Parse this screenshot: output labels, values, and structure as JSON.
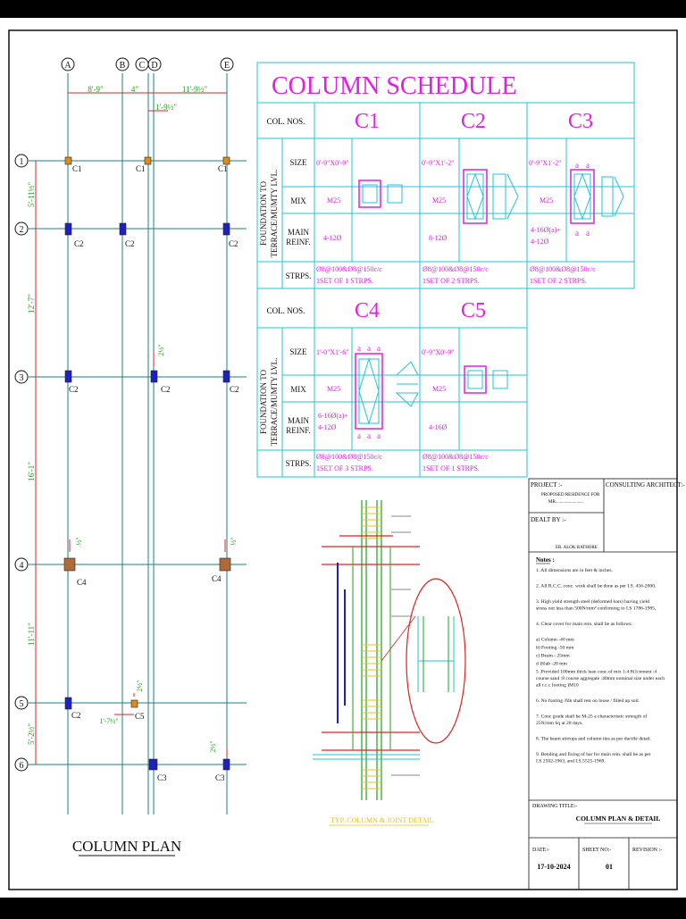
{
  "plan": {
    "title": "COLUMN PLAN",
    "grid_letters": [
      "A",
      "B",
      "C",
      "D",
      "E"
    ],
    "grid_numbers": [
      "1",
      "2",
      "3",
      "4",
      "5",
      "6"
    ],
    "dims_top": [
      "8'-9\"",
      "4\"",
      "11'-9½\"",
      "1'-9½\""
    ],
    "dims_left": [
      "5'-11½\"",
      "12'-7\"",
      "16'-1\"",
      "11'-11\"",
      "5'-2½\""
    ],
    "dims_small": [
      "2½\"",
      "½\"",
      "½\"",
      "2½\"",
      "1'-7½\"",
      "2½\""
    ],
    "column_labels": {
      "r1": [
        "C1",
        "C1",
        "C1"
      ],
      "r2": [
        "C2",
        "C2",
        "C2"
      ],
      "r3": [
        "C2",
        "C2",
        "C2"
      ],
      "r4": [
        "C4",
        "C4"
      ],
      "r5": [
        "C2",
        "C5"
      ],
      "r6": [
        "C3",
        "C3"
      ]
    }
  },
  "schedule": {
    "title": "COLUMN SCHEDULE",
    "col_nos": "COL. NOS.",
    "side_label_1": "FOUNDATION TO",
    "side_label_2": "TERRACE/MUMTY LVL.",
    "row_labels": {
      "size": "SIZE",
      "mix": "MIX",
      "main_reinf_1": "MAIN",
      "main_reinf_2": "REINF.",
      "strps": "STRPS."
    },
    "columns_top": [
      {
        "name": "C1",
        "size": "0'-9\"X0'-9\"",
        "mix": "M25",
        "reinf": [
          "4-12Ø"
        ],
        "strps_1": "Ø8@100&Ø8@150c/c",
        "strps_2": "1SET OF 1 STRPS."
      },
      {
        "name": "C2",
        "size": "0'-9\"X1'-2\"",
        "mix": "M25",
        "reinf": [
          "8-12Ø"
        ],
        "strps_1": "Ø8@100&Ø8@150c/c",
        "strps_2": "1SET OF 2 STRPS."
      },
      {
        "name": "C3",
        "size": "0'-9\"X1'-2\"",
        "mix": "M25",
        "reinf": [
          "4-16Ø(a)+",
          "4-12Ø"
        ],
        "strps_1": "Ø8@100&Ø8@150c/c",
        "strps_2": "1SET OF 2 STRPS."
      }
    ],
    "columns_bottom": [
      {
        "name": "C4",
        "size": "1'-0\"X1'-6\"",
        "mix": "M25",
        "reinf": [
          "6-16Ø(a)+",
          "4-12Ø"
        ],
        "strps_1": "Ø8@100&Ø8@150c/c",
        "strps_2": "1SET OF 3 STRPS."
      },
      {
        "name": "C5",
        "size": "0'-9\"X0'-9\"",
        "mix": "M25",
        "reinf": [
          "4-16Ø"
        ],
        "strps_1": "Ø8@100&Ø8@150c/c",
        "strps_2": "1SET OF 1 STRPS."
      }
    ],
    "bar_mark": "a"
  },
  "detail": {
    "title": "TYP. COLUMN & JOINT DETAIL"
  },
  "title_block": {
    "project_label": "PROJECT :-",
    "project_value_1": "PROPOSED RESIDENCE FOR",
    "project_value_2": "MR.........................",
    "architect_label": "CONSULTING ARCHITECT:-",
    "dealt_label": "DEALT BY :-",
    "engineer": "ER. ALOK RATHORE",
    "notes_label": "Notes :",
    "notes": [
      "1.  All dimensions are in feet & inches.",
      "2.  All R.C.C. conc. work shall be done  as per I.S. 456-2000.",
      "3.  High yield strength steel (deformed bars) having yield stress not less than 500N/mm² confirming to I.S 1786-1985,",
      "4.  Clear cover for main rein. shall be as follows:",
      "a) Column          -40 mm",
      "b) Footing          -50 mm",
      "c) Beam            - 25mm",
      "d )Slab             -20 mm",
      "5 .Provided 100mm thick lean conc.of mix 1:4:8(1cement :4 course sand :8 course aggregate :40mm nominal size under each all r.c.c footing )M10",
      "6. No footing /fdn  shall rest on loose / filled up soil.",
      "7. Conc grade  shall  be  M-25 a characteristic strength of 25N/mm Sq at 28 days.",
      "8.  The beam stirrups and column ties  as per  ductile detail.",
      "9. Bending and fixing of bar for main rein. shall be  as per I.S  2502-1963, and  I.S.5525-1969."
    ],
    "drawing_title_label": "DRAWING TITLE:-",
    "drawing_title": "COLUMN PLAN & DETAIL",
    "date_label": "DATE:-",
    "date": "17-10-2024",
    "sheet_label": "SHEET NO:-",
    "sheet": "01",
    "revision_label": "REVISION :-"
  },
  "colors": {
    "cyan": "#22c3d8",
    "magenta": "#e020e0",
    "green": "#1aa31a",
    "red": "#e02020",
    "blue": "#2020c0",
    "grid": "#1a7f7f"
  }
}
